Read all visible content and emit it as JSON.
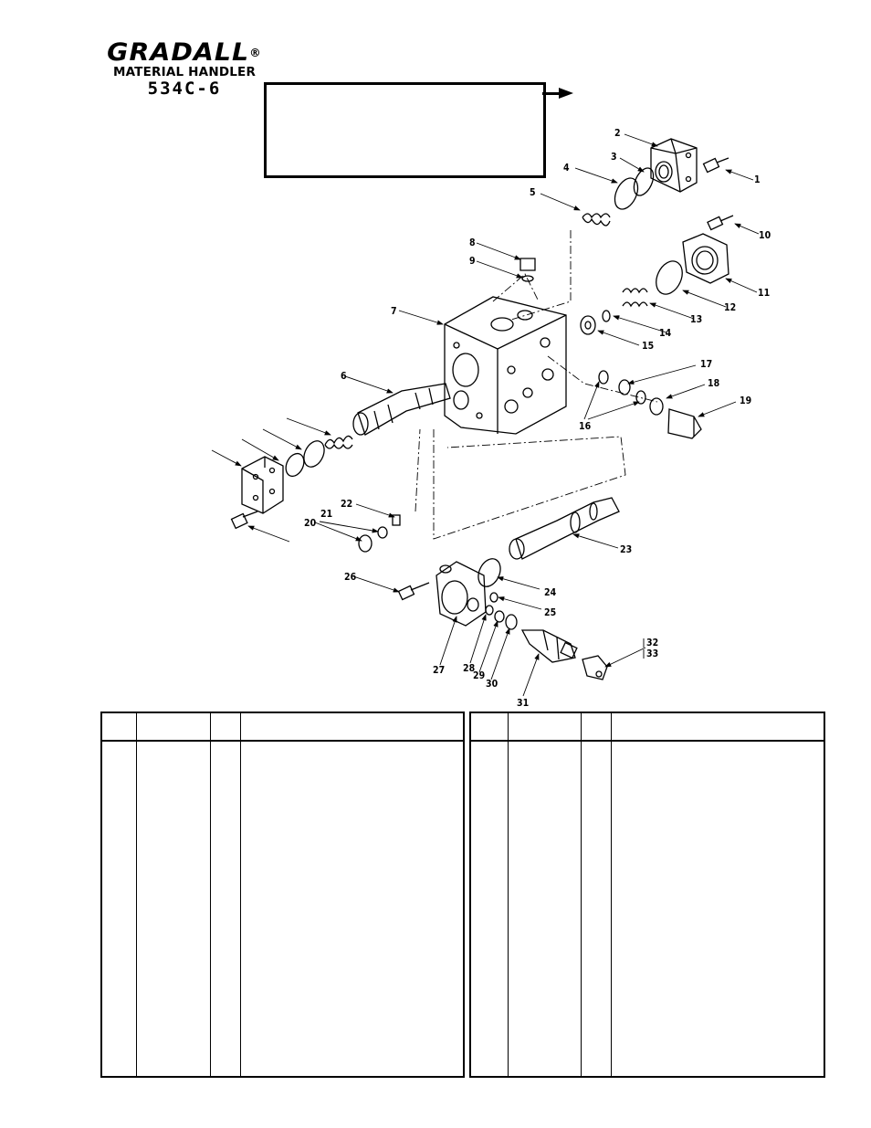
{
  "brand": {
    "name": "GRADALL",
    "registered": "®",
    "subtitle": "MATERIAL HANDLER",
    "model": "534C-6"
  },
  "callouts": [
    "1",
    "2",
    "3",
    "4",
    "5",
    "6",
    "7",
    "8",
    "9",
    "10",
    "11",
    "12",
    "13",
    "14",
    "15",
    "16",
    "17",
    "18",
    "19",
    "20",
    "21",
    "22",
    "23",
    "24",
    "25",
    "26",
    "27",
    "28",
    "29",
    "30",
    "31",
    "32",
    "33"
  ],
  "parts_tables": {
    "left": {
      "headers": [
        "",
        "",
        "",
        ""
      ],
      "rows": []
    },
    "right": {
      "headers": [
        "",
        "",
        "",
        ""
      ],
      "rows": []
    }
  }
}
